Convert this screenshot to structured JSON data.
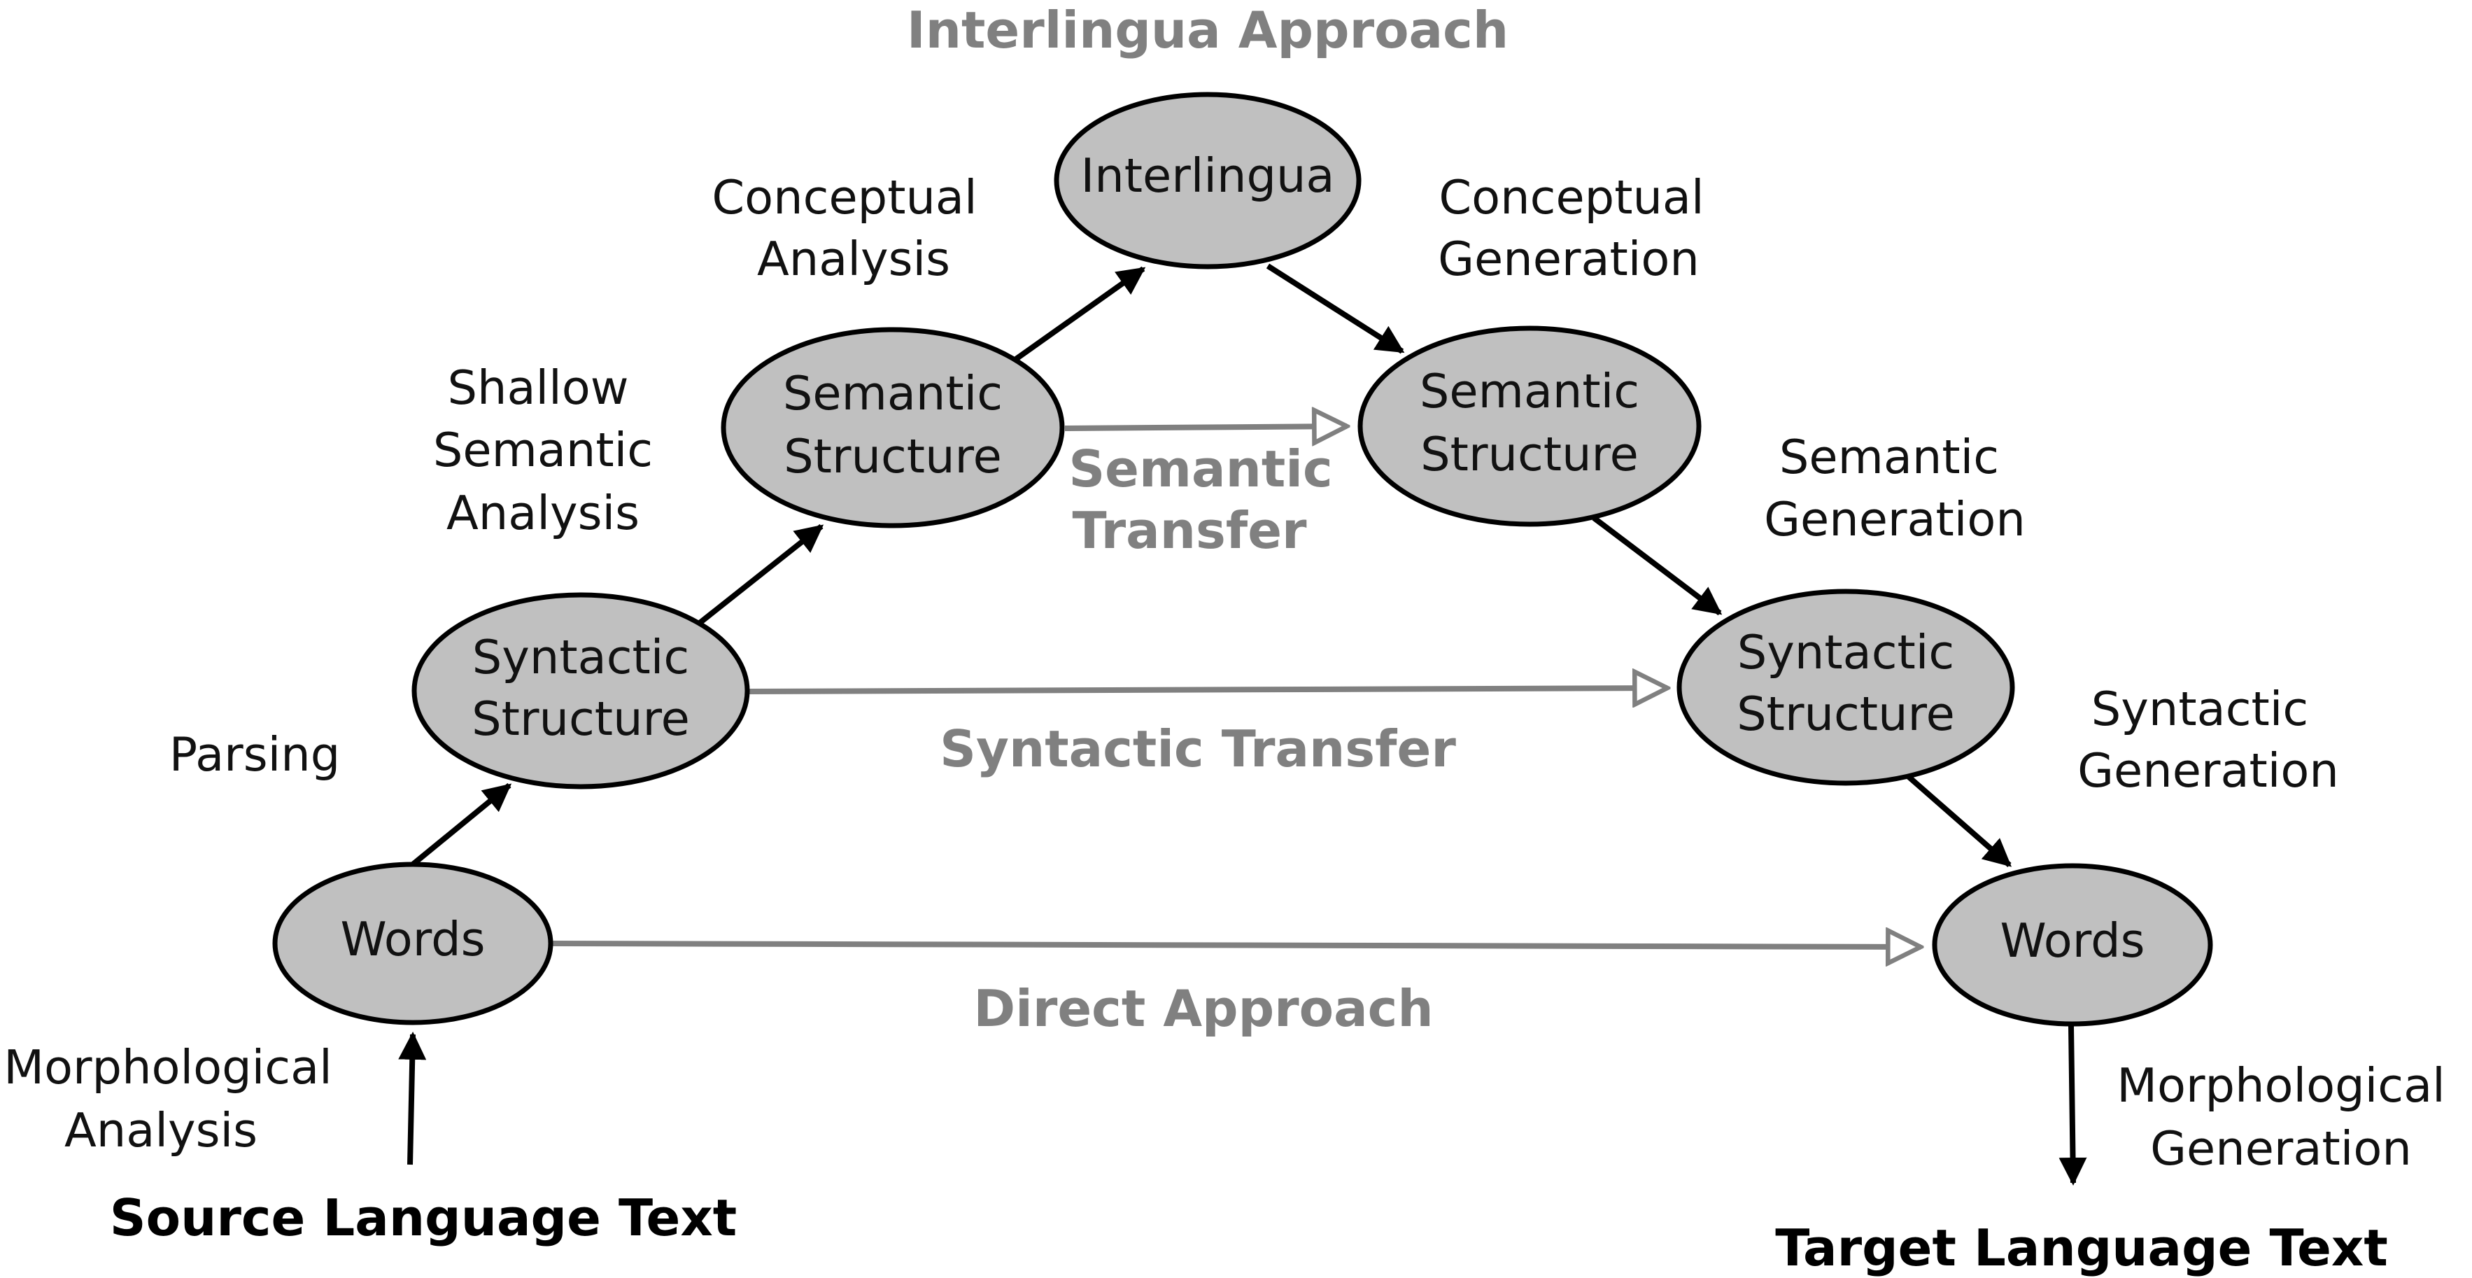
{
  "approaches": {
    "interlingua": "Interlingua Approach",
    "semantic_transfer": [
      "Semantic",
      "Transfer"
    ],
    "syntactic_transfer": "Syntactic Transfer",
    "direct": "Direct Approach"
  },
  "nodes": {
    "interlingua": [
      "Interlingua"
    ],
    "src_semantic": [
      "Semantic",
      "Structure"
    ],
    "tgt_semantic": [
      "Semantic",
      "Structure"
    ],
    "src_syntactic": [
      "Syntactic",
      "Structure"
    ],
    "tgt_syntactic": [
      "Syntactic",
      "Structure"
    ],
    "src_words": [
      "Words"
    ],
    "tgt_words": [
      "Words"
    ]
  },
  "steps": {
    "conceptual_analysis": [
      "Conceptual",
      "Analysis"
    ],
    "conceptual_generation": [
      "Conceptual",
      "Generation"
    ],
    "shallow_semantic_analysis": [
      "Shallow",
      "Semantic",
      "Analysis"
    ],
    "semantic_generation": [
      "Semantic",
      "Generation"
    ],
    "parsing": [
      "Parsing"
    ],
    "syntactic_generation": [
      "Syntactic",
      "Generation"
    ],
    "morphological_analysis": [
      "Morphological",
      "Analysis"
    ],
    "morphological_generation": [
      "Morphological",
      "Generation"
    ]
  },
  "endpoints": {
    "source": "Source Language Text",
    "target": "Target Language Text"
  },
  "colors": {
    "node_fill": "#c0c0c0",
    "approach_text": "#808080",
    "gray_arrow": "#808080"
  }
}
